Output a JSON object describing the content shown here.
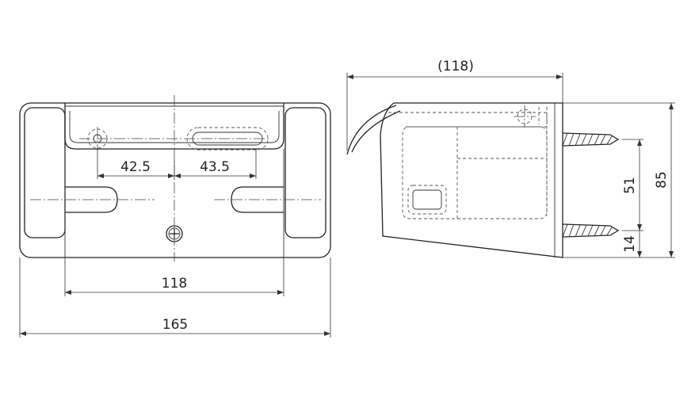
{
  "front_view": {
    "dimensions": {
      "hole_left_offset": "42.5",
      "hole_right_offset": "43.5",
      "inner_width": "118",
      "overall_width": "165"
    }
  },
  "side_view": {
    "dimensions": {
      "depth_reference": "(118)",
      "screw_spacing": "51",
      "bottom_offset": "14",
      "height": "85"
    }
  }
}
